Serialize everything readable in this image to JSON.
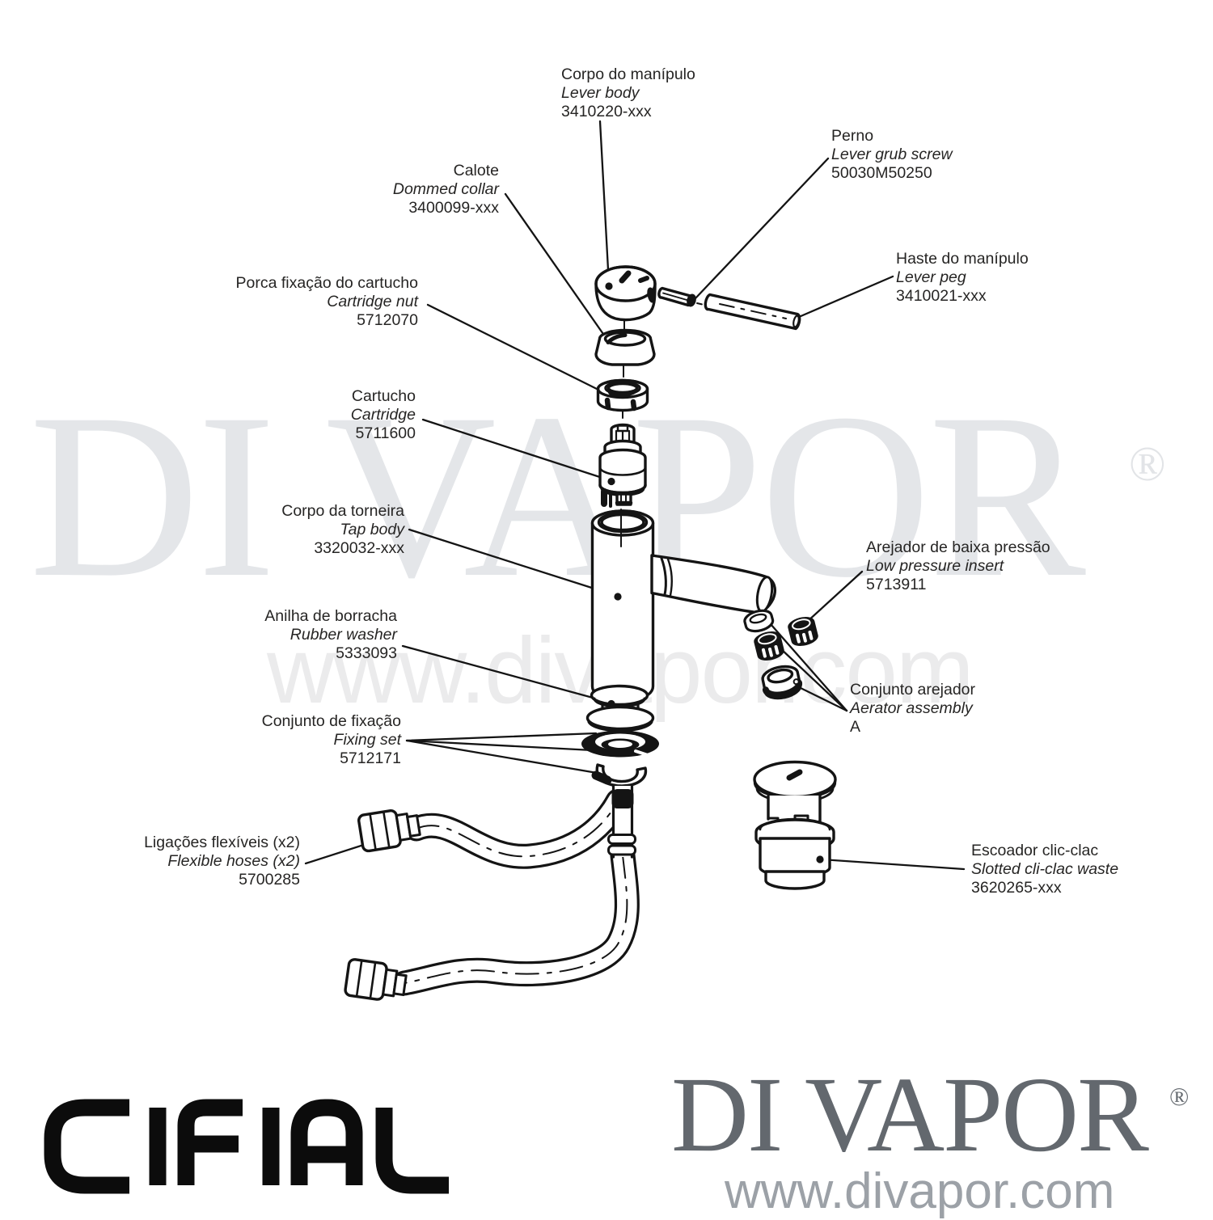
{
  "watermark": {
    "brand": "DI VAPOR",
    "reg": "®",
    "url": "www.divapor.com"
  },
  "footer": {
    "cifial_brand": "CIFIAL",
    "divapor_brand": "DI VAPOR",
    "divapor_reg": "®",
    "divapor_url": "www.divapor.com"
  },
  "colors": {
    "line": "#141414",
    "label": "#262524",
    "watermark": "#e4e6e9",
    "logo_gray": "#63686e"
  },
  "diagram": {
    "parts": [
      {
        "id": "lever-body",
        "pt": "Corpo do manípulo",
        "en": "Lever body",
        "code": "3410220-xxx"
      },
      {
        "id": "lever-grub-screw",
        "pt": "Perno",
        "en": "Lever grub screw",
        "code": "50030M50250"
      },
      {
        "id": "dommed-collar",
        "pt": "Calote",
        "en": "Dommed collar",
        "code": "3400099-xxx"
      },
      {
        "id": "lever-peg",
        "pt": "Haste do manípulo",
        "en": "Lever peg",
        "code": "3410021-xxx"
      },
      {
        "id": "cartridge-nut",
        "pt": "Porca fixação do cartucho",
        "en": "Cartridge nut",
        "code": "5712070"
      },
      {
        "id": "cartridge",
        "pt": "Cartucho",
        "en": "Cartridge",
        "code": "5711600"
      },
      {
        "id": "tap-body",
        "pt": "Corpo da torneira",
        "en": "Tap body",
        "code": "3320032-xxx"
      },
      {
        "id": "low-pressure-insert",
        "pt": "Arejador de baixa pressão",
        "en": "Low pressure insert",
        "code": "5713911"
      },
      {
        "id": "rubber-washer",
        "pt": "Anilha de borracha",
        "en": "Rubber washer",
        "code": "5333093"
      },
      {
        "id": "aerator-assembly",
        "pt": "Conjunto arejador",
        "en": "Aerator assembly",
        "code": "A"
      },
      {
        "id": "fixing-set",
        "pt": "Conjunto de fixação",
        "en": "Fixing set",
        "code": "5712171"
      },
      {
        "id": "flexible-hoses",
        "pt": "Ligações flexíveis (x2)",
        "en": "Flexible hoses (x2)",
        "code": "5700285"
      },
      {
        "id": "clic-clac-waste",
        "pt": "Escoador clic-clac",
        "en": "Slotted cli-clac waste",
        "code": "3620265-xxx"
      }
    ]
  }
}
